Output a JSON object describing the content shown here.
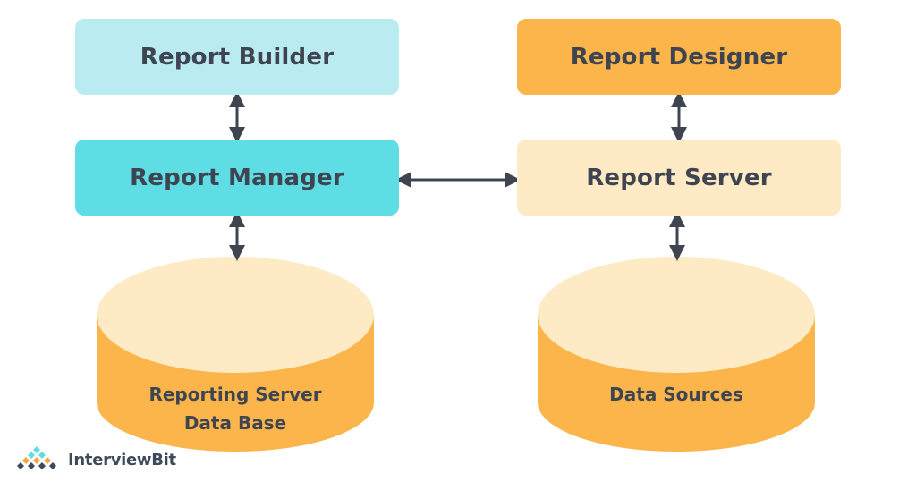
{
  "nodes": {
    "report_builder": {
      "label": "Report Builder",
      "color": "#b9ebf1"
    },
    "report_designer": {
      "label": "Report Designer",
      "color": "#fbb54b"
    },
    "report_manager": {
      "label": "Report Manager",
      "color": "#5fdde5"
    },
    "report_server": {
      "label": "Report Server",
      "color": "#feebc5"
    }
  },
  "databases": {
    "reporting_db": {
      "label_line1": "Reporting Server",
      "label_line2": "Data Base"
    },
    "data_sources": {
      "label_line1": "Data Sources"
    }
  },
  "colors": {
    "db_top": "#feebc5",
    "db_body": "#fbb54b",
    "arrow": "#3f4550",
    "text": "#3f4550"
  },
  "edges": [
    {
      "from": "Report Builder",
      "to": "Report Manager",
      "type": "bidirectional"
    },
    {
      "from": "Report Designer",
      "to": "Report Server",
      "type": "bidirectional"
    },
    {
      "from": "Report Manager",
      "to": "Report Server",
      "type": "bidirectional"
    },
    {
      "from": "Report Manager",
      "to": "Reporting Server Data Base",
      "type": "bidirectional"
    },
    {
      "from": "Report Server",
      "to": "Data Sources",
      "type": "bidirectional"
    }
  ],
  "logo": {
    "text": "InterviewBit",
    "icon": "diamond-lattice-logo-icon"
  }
}
